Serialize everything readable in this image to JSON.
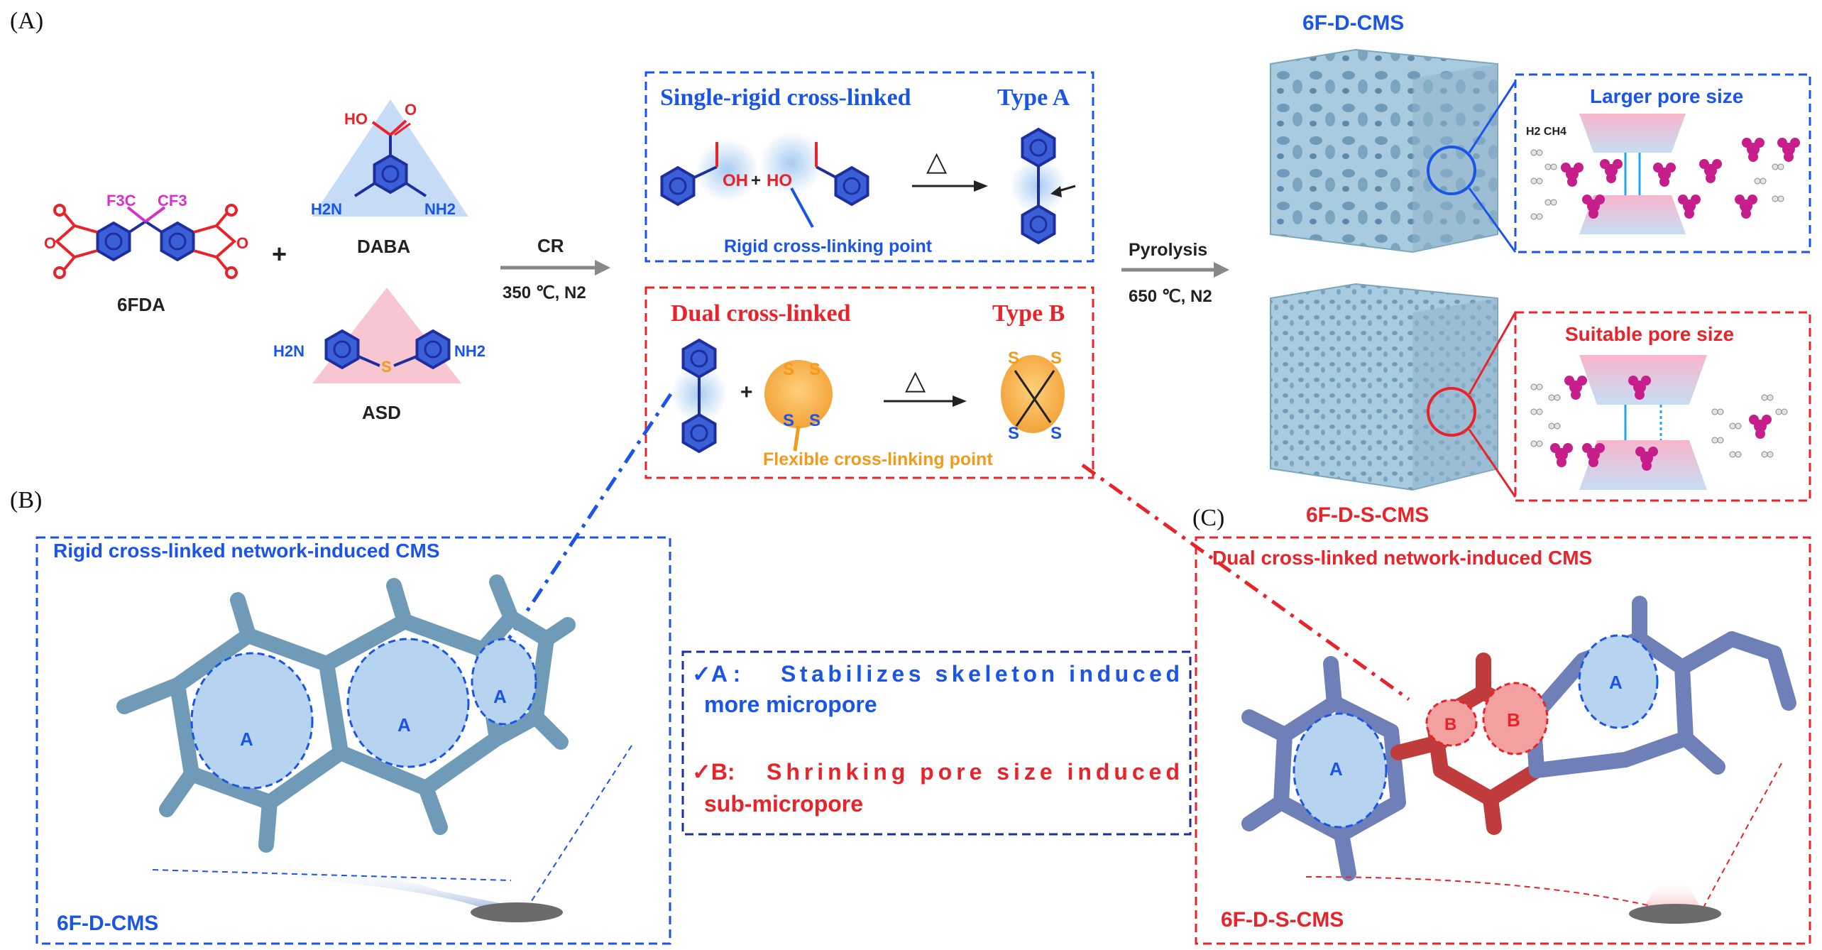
{
  "panels": {
    "a": "(A)",
    "b": "(B)",
    "c": "(C)"
  },
  "monomers": {
    "6fda": "6FDA",
    "daba": "DABA",
    "asd": "ASD",
    "plus": "+",
    "cf3_left": "F3C",
    "cf3_right": "CF3",
    "ho": "HO",
    "h2n": "H2N",
    "nh2": "NH2",
    "s": "S",
    "o": "O"
  },
  "arrow_cr": {
    "top": "CR",
    "bottom": "350 ℃, N2"
  },
  "arrow_pyro": {
    "top": "Pyrolysis",
    "bottom": "650 ℃, N2"
  },
  "type_a": {
    "title": "Single-rigid cross-linked",
    "type": "Type A",
    "oh": "OH",
    "ho": "HO",
    "delta": "△",
    "caption": "Rigid cross-linking point",
    "color": "#1a55e8"
  },
  "type_b": {
    "title": "Dual cross-linked",
    "type": "Type B",
    "s": "S",
    "delta": "△",
    "caption": "Flexible cross-linking point",
    "color": "#e8232a"
  },
  "cms_top": {
    "title": "6F-D-CMS",
    "pore": "Larger pore size",
    "gas": "H2 CH4"
  },
  "cms_bottom": {
    "title": "6F-D-S-CMS",
    "pore": "Suitable pore size"
  },
  "panel_b": {
    "title": "Rigid cross-linked network-induced CMS",
    "label": "6F-D-CMS",
    "pore": "A"
  },
  "panel_c": {
    "title": "Dual cross-linked network-induced CMS",
    "label": "6F-D-S-CMS",
    "pore_a": "A",
    "pore_b": "B"
  },
  "legend": {
    "a_head": "✓A :",
    "a_text1": "Stabilizes skeleton induced",
    "a_text2": "more micropore",
    "b_head": "✓B:",
    "b_text1": "Shrinking pore size induced",
    "b_text2": "sub-micropore"
  },
  "colors": {
    "blue": "#1a55e8",
    "red": "#e8232a",
    "navy": "#1f2e9e",
    "orange": "#f39a1a",
    "magenta": "#c81e8c",
    "cms": "#8fb8d0"
  }
}
